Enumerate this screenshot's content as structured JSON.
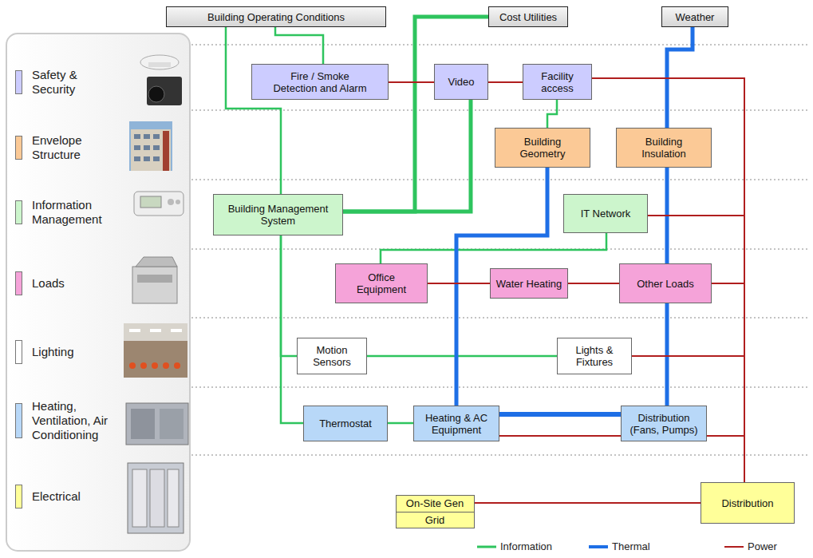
{
  "diagram": {
    "nodes": [
      {
        "text": [
          "Building Operating Conditions"
        ]
      },
      {
        "text": [
          "Cost Utilities"
        ]
      },
      {
        "text": [
          "Weather"
        ]
      },
      {
        "text": [
          "Fire / Smoke Detection and Alarm"
        ]
      },
      {
        "text": [
          "Video"
        ]
      },
      {
        "text": [
          "Facility access"
        ]
      },
      {
        "text": [
          "Building Geometry"
        ]
      },
      {
        "text": [
          "Building Insulation"
        ]
      },
      {
        "text": [
          "Building Management System"
        ]
      },
      {
        "text": [
          "IT Network"
        ]
      },
      {
        "text": [
          "Office Equipment"
        ]
      },
      {
        "text": [
          "Water Heating"
        ]
      },
      {
        "text": [
          "Other Loads"
        ]
      },
      {
        "text": [
          "Motion Sensors"
        ]
      },
      {
        "text": [
          "Lights & Fixtures"
        ]
      },
      {
        "text": [
          "Thermostat"
        ]
      },
      {
        "text": [
          "Heating & AC Equipment"
        ]
      },
      {
        "text": [
          "Distribution (Fans, Pumps)"
        ]
      },
      {
        "text": [
          "On-Site Gen",
          "Grid"
        ]
      },
      {
        "text": [
          "Distribution"
        ]
      }
    ],
    "edges": [
      {
        "from": 0,
        "to": 3,
        "arrow": "none"
      },
      {
        "from": 0,
        "to": 8,
        "arrow": "none"
      },
      {
        "from": 8,
        "to": 1,
        "arrow": "none"
      },
      {
        "from": 8,
        "to": 4,
        "arrow": "none"
      },
      {
        "from": 5,
        "to": 6,
        "arrow": "none"
      },
      {
        "from": 9,
        "to": 10,
        "arrow": "none"
      },
      {
        "from": 8,
        "to": 13,
        "arrow": "none"
      },
      {
        "from": 13,
        "to": 14,
        "arrow": "none"
      },
      {
        "from": 8,
        "to": 15,
        "arrow": "none"
      },
      {
        "from": 15,
        "to": 16,
        "arrow": "none"
      },
      {
        "from": 2,
        "to": 7,
        "arrow": "none"
      },
      {
        "from": 7,
        "to": 12,
        "arrow": "none"
      },
      {
        "from": 12,
        "to": 17,
        "arrow": "none"
      },
      {
        "from": 6,
        "to": 16,
        "arrow": "none"
      },
      {
        "from": 16,
        "to": 17,
        "arrow": "none"
      },
      {
        "from": 3,
        "to": 4,
        "arrow": "none"
      },
      {
        "from": 4,
        "to": 5,
        "arrow": "none"
      },
      {
        "from": 5,
        "to": 19,
        "arrow": "none"
      },
      {
        "from": 9,
        "to": 19,
        "arrow": "none"
      },
      {
        "from": 12,
        "to": 19,
        "arrow": "none"
      },
      {
        "from": 14,
        "to": 19,
        "arrow": "none"
      },
      {
        "from": 17,
        "to": 19,
        "arrow": "none"
      },
      {
        "from": 18,
        "to": 19,
        "arrow": "none"
      },
      {
        "from": 10,
        "to": 11,
        "arrow": "none"
      },
      {
        "from": 11,
        "to": 12,
        "arrow": "none"
      },
      {
        "from": 16,
        "to": 17,
        "arrow": "none"
      }
    ],
    "legend": [
      {
        "text": "Safety & Security",
        "color": "#ccccff"
      },
      {
        "text": "Envelope Structure",
        "color": "#fbc996"
      },
      {
        "text": "Information Management",
        "color": "#ccf5cc"
      },
      {
        "text": "Loads",
        "color": "#f5a3d9"
      },
      {
        "text": "Lighting",
        "color": "#ffffff"
      },
      {
        "text": "Heating, Ventilation, Air Conditioning",
        "color": "#b8d8f8"
      },
      {
        "text": "Electrical",
        "color": "#ffff99"
      },
      {
        "text": "Information"
      },
      {
        "text": "Thermal"
      },
      {
        "text": "Power"
      }
    ]
  }
}
